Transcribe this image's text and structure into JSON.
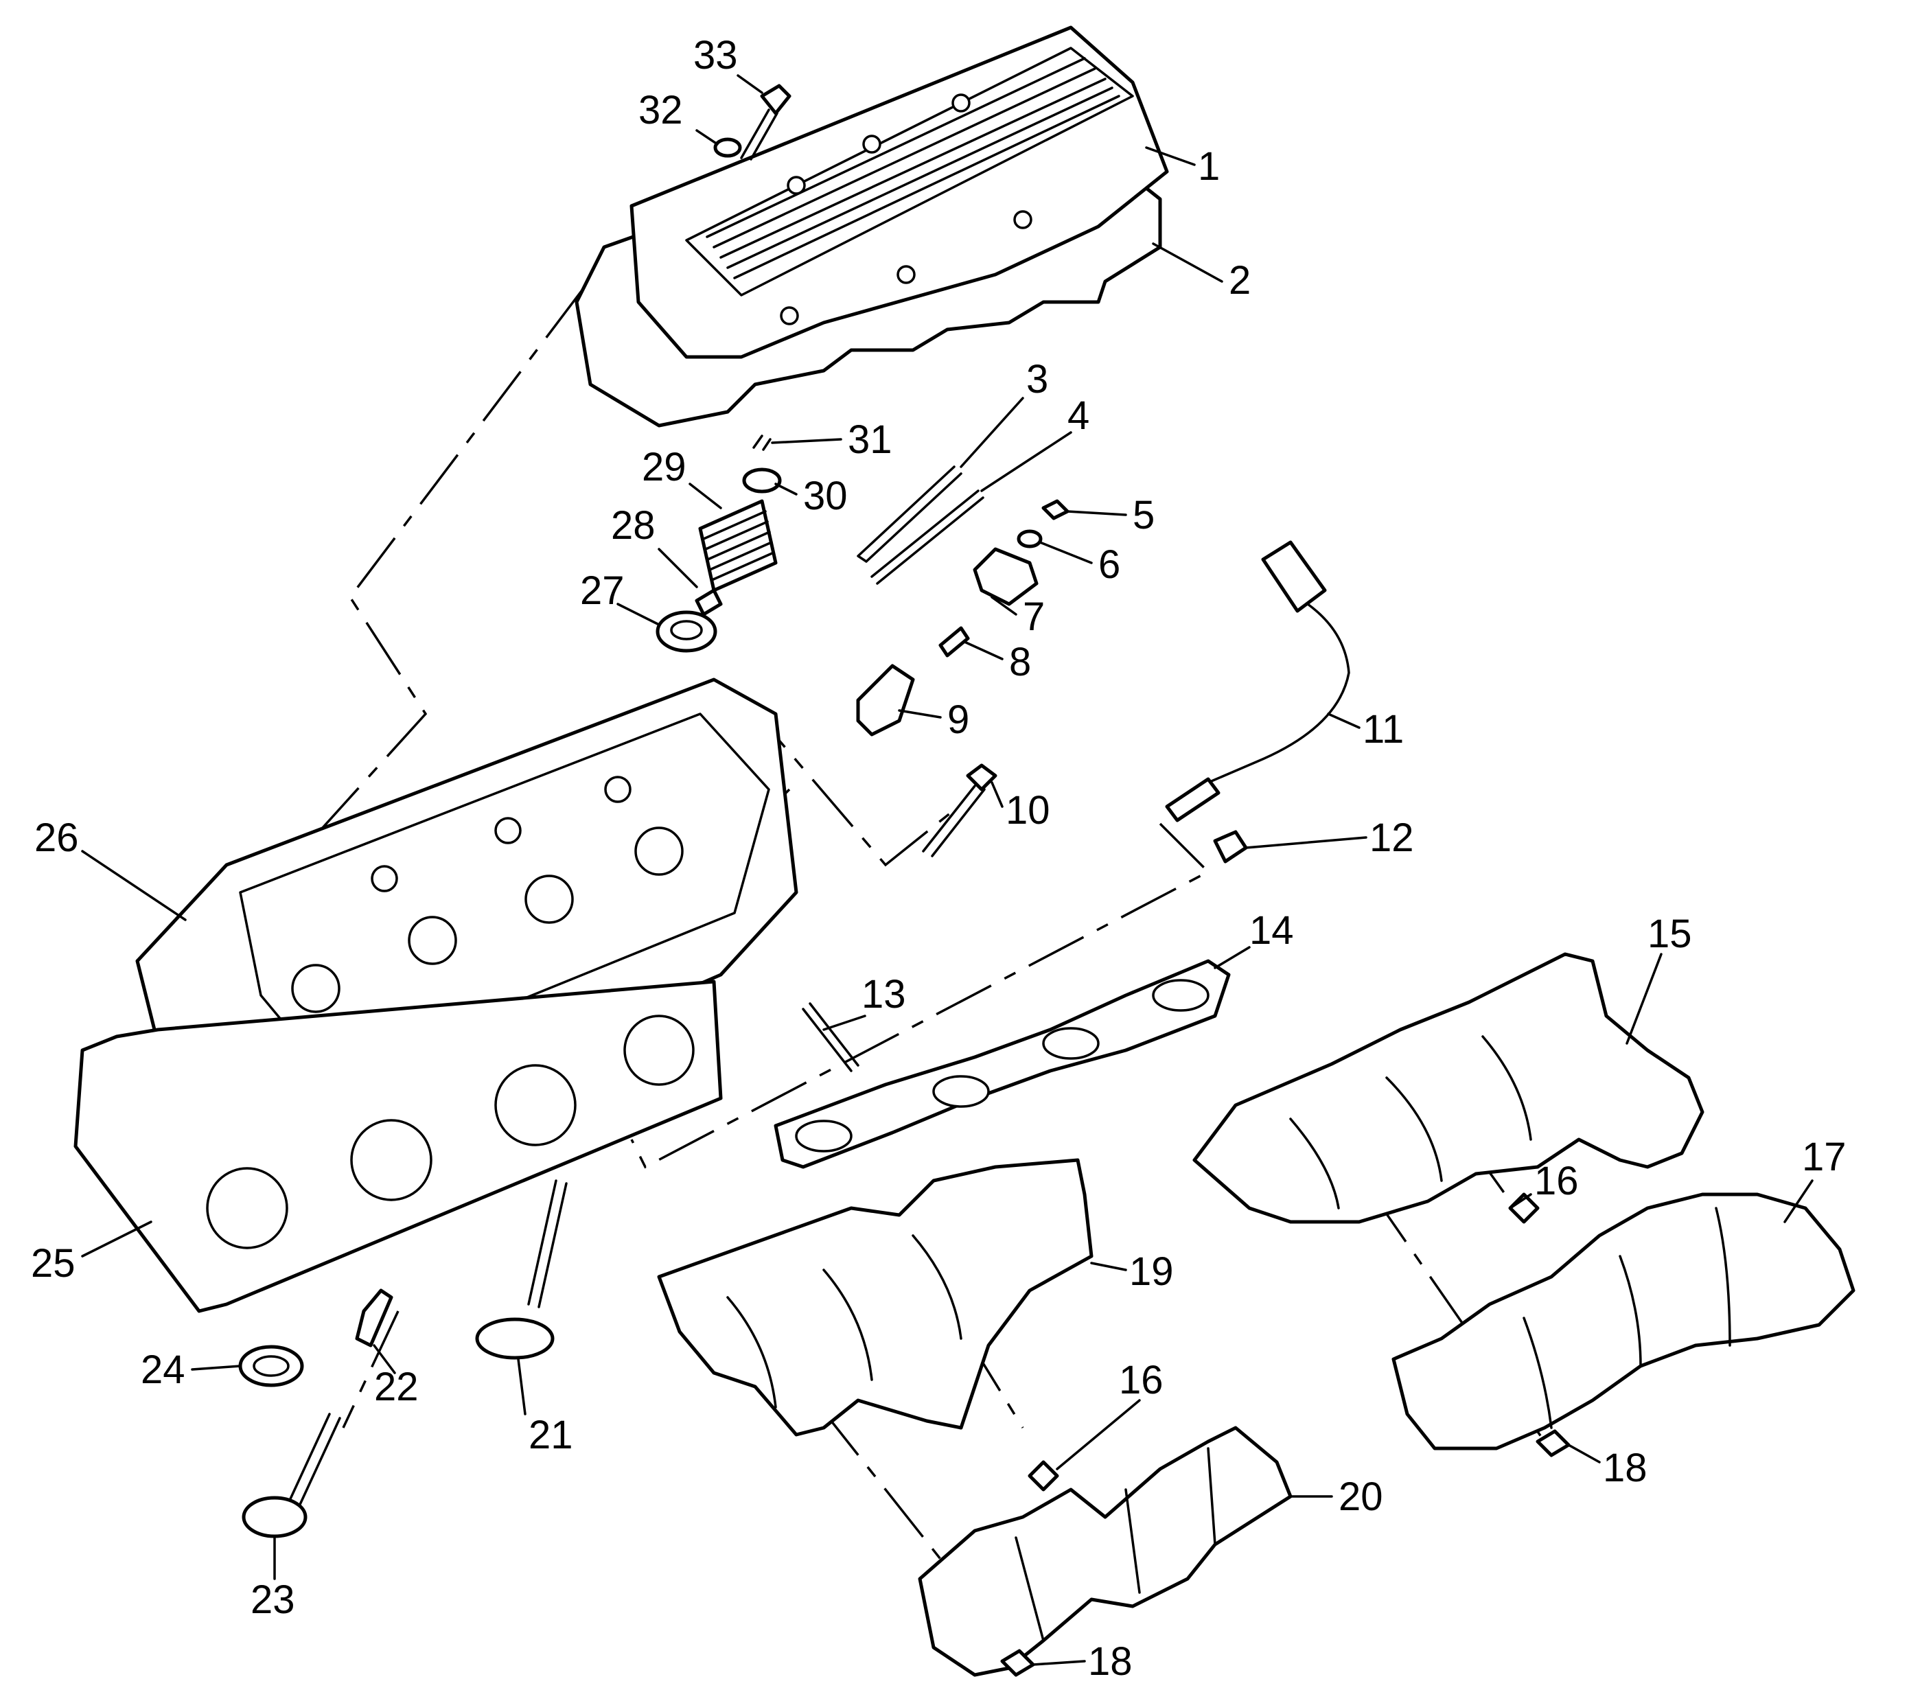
{
  "diagram": {
    "callouts": [
      {
        "id": "1",
        "text": "1"
      },
      {
        "id": "2",
        "text": "2"
      },
      {
        "id": "3",
        "text": "3"
      },
      {
        "id": "4",
        "text": "4"
      },
      {
        "id": "5",
        "text": "5"
      },
      {
        "id": "6",
        "text": "6"
      },
      {
        "id": "7",
        "text": "7"
      },
      {
        "id": "8",
        "text": "8"
      },
      {
        "id": "9",
        "text": "9"
      },
      {
        "id": "10",
        "text": "10"
      },
      {
        "id": "11",
        "text": "11"
      },
      {
        "id": "12",
        "text": "12"
      },
      {
        "id": "13",
        "text": "13"
      },
      {
        "id": "14",
        "text": "14"
      },
      {
        "id": "15",
        "text": "15"
      },
      {
        "id": "16a",
        "text": "16"
      },
      {
        "id": "16b",
        "text": "16"
      },
      {
        "id": "17",
        "text": "17"
      },
      {
        "id": "18a",
        "text": "18"
      },
      {
        "id": "18b",
        "text": "18"
      },
      {
        "id": "19",
        "text": "19"
      },
      {
        "id": "20",
        "text": "20"
      },
      {
        "id": "21",
        "text": "21"
      },
      {
        "id": "22",
        "text": "22"
      },
      {
        "id": "23",
        "text": "23"
      },
      {
        "id": "24",
        "text": "24"
      },
      {
        "id": "25",
        "text": "25"
      },
      {
        "id": "26",
        "text": "26"
      },
      {
        "id": "27",
        "text": "27"
      },
      {
        "id": "28",
        "text": "28"
      },
      {
        "id": "29",
        "text": "29"
      },
      {
        "id": "30",
        "text": "30"
      },
      {
        "id": "31",
        "text": "31"
      },
      {
        "id": "32",
        "text": "32"
      },
      {
        "id": "33",
        "text": "33"
      }
    ]
  }
}
